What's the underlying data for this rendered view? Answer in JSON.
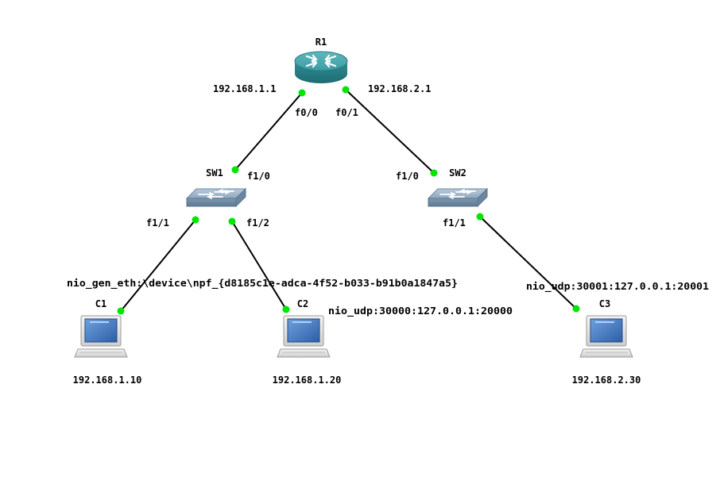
{
  "topology": {
    "devices": {
      "r1": {
        "name": "R1",
        "icon": "router-icon"
      },
      "sw1": {
        "name": "SW1",
        "icon": "switch-icon"
      },
      "sw2": {
        "name": "SW2",
        "icon": "switch-icon"
      },
      "c1": {
        "name": "C1",
        "icon": "computer-icon",
        "ip": "192.168.1.10"
      },
      "c2": {
        "name": "C2",
        "icon": "computer-icon",
        "ip": "192.168.1.20"
      },
      "c3": {
        "name": "C3",
        "icon": "computer-icon",
        "ip": "192.168.2.30"
      }
    },
    "r1_ips": {
      "f0_0": "192.168.1.1",
      "f0_1": "192.168.2.1"
    },
    "ports": {
      "r1_f0_0": "f0/0",
      "r1_f0_1": "f0/1",
      "sw1_f1_0": "f1/0",
      "sw1_f1_1": "f1/1",
      "sw1_f1_2": "f1/2",
      "sw2_f1_0": "f1/0",
      "sw2_f1_1": "f1/1"
    },
    "nio": {
      "c1": "nio_gen_eth:\\device\\npf_{d8185c1e-adca-4f52-b033-b91b0a1847a5}",
      "c2": "nio_udp:30000:127.0.0.1:20000",
      "c3": "nio_udp:30001:127.0.0.1:20001"
    },
    "colors": {
      "link": "#000000",
      "port_dot": "#00e600",
      "router": "#2f8f95",
      "switch": "#7e98b0",
      "screen": "#3a6fb8"
    }
  }
}
